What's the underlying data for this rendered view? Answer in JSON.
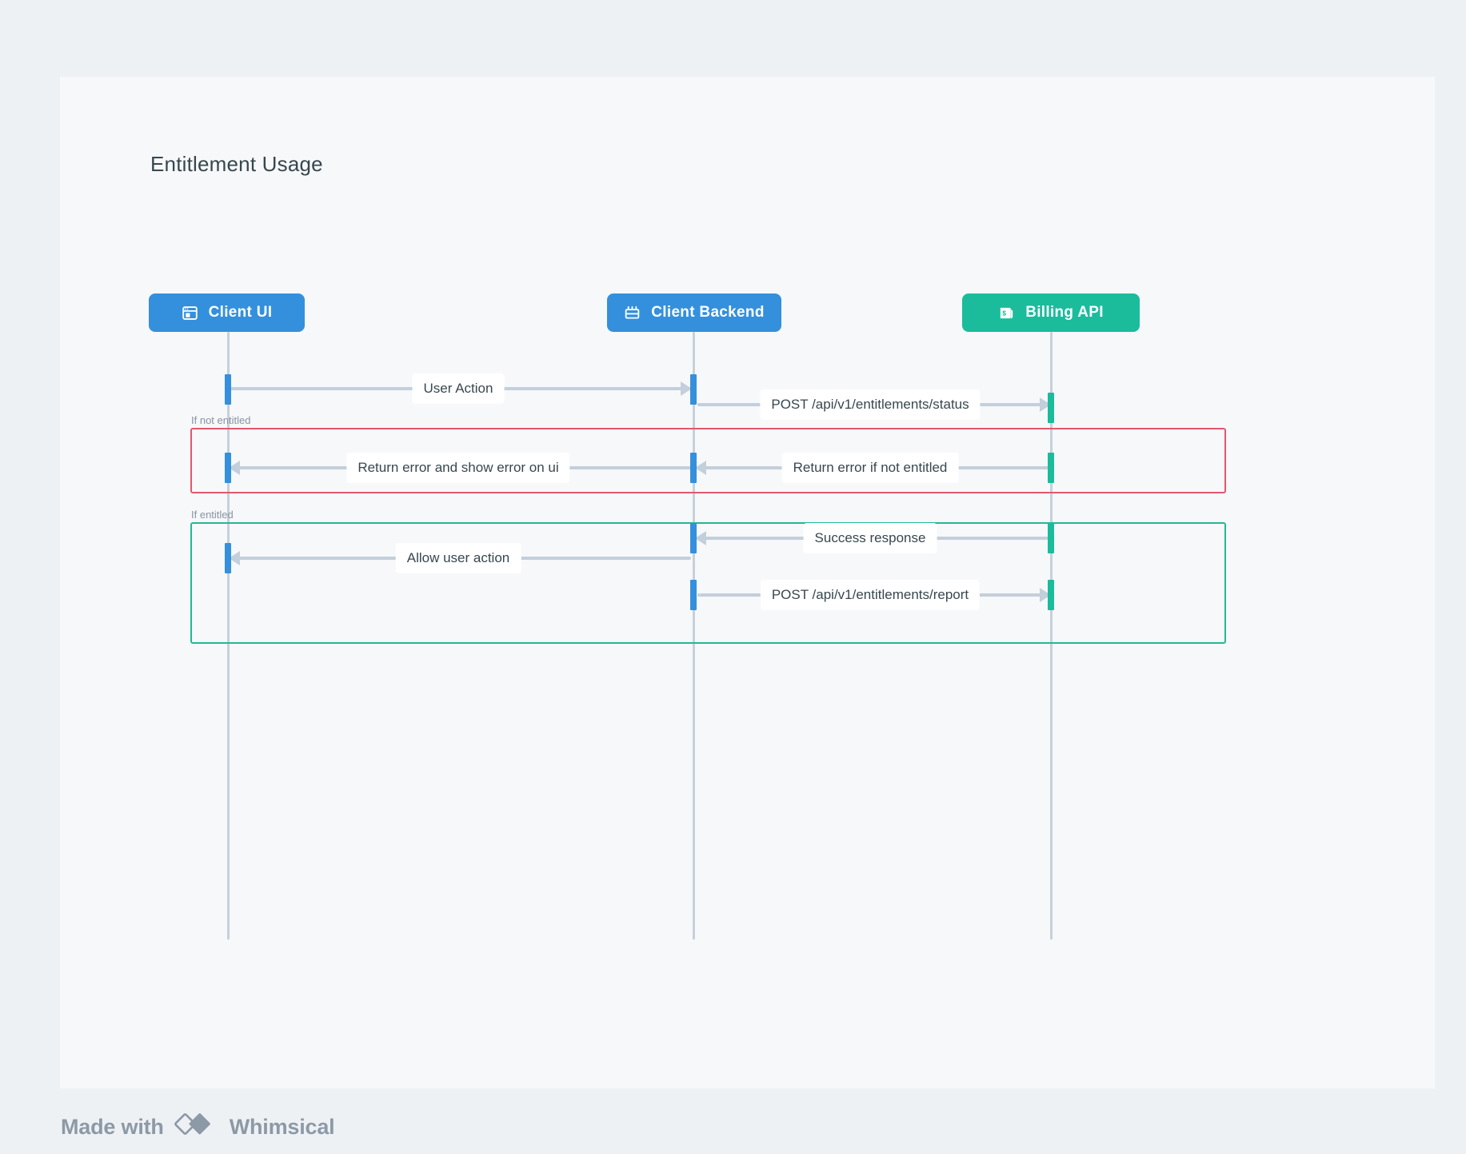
{
  "diagram": {
    "title": "Entitlement Usage",
    "type": "sequence-diagram"
  },
  "colors": {
    "page_background": "#eef1f4",
    "canvas_background": "#f7f8fa",
    "participant_blue": "#3490dc",
    "participant_teal": "#1abc9c",
    "lifeline": "#c7d0da",
    "arrow": "#c3cfda",
    "fragment_error": "#e4566e",
    "fragment_success": "#21b995",
    "text_dark": "#37474f",
    "text_muted": "#8795a3"
  },
  "participants": [
    {
      "id": "client-ui",
      "label": "Client UI",
      "icon": "browser-window-icon",
      "color": "#3490dc"
    },
    {
      "id": "client-backend",
      "label": "Client  Backend",
      "icon": "server-rack-icon",
      "color": "#3490dc"
    },
    {
      "id": "billing-api",
      "label": "Billing API",
      "icon": "money-bill-icon",
      "color": "#1abc9c"
    }
  ],
  "messages": [
    {
      "id": "m1",
      "label": "User Action",
      "from": "client-ui",
      "to": "client-backend",
      "direction": "right",
      "style": "solid"
    },
    {
      "id": "m2",
      "label": "POST /api/v1/entitlements/status",
      "from": "client-backend",
      "to": "billing-api",
      "direction": "right",
      "style": "solid"
    },
    {
      "id": "m3",
      "label": "Return error if not entitled",
      "from": "billing-api",
      "to": "client-backend",
      "direction": "left",
      "style": "solid"
    },
    {
      "id": "m4",
      "label": "Return error and show error on ui",
      "from": "client-backend",
      "to": "client-ui",
      "direction": "left",
      "style": "solid"
    },
    {
      "id": "m5",
      "label": "Success response",
      "from": "billing-api",
      "to": "client-backend",
      "direction": "left",
      "style": "solid"
    },
    {
      "id": "m6",
      "label": "Allow user action",
      "from": "client-backend",
      "to": "client-ui",
      "direction": "left",
      "style": "solid"
    },
    {
      "id": "m7",
      "label": "POST /api/v1/entitlements/report",
      "from": "client-backend",
      "to": "billing-api",
      "direction": "right",
      "style": "dashed"
    }
  ],
  "fragments": [
    {
      "id": "not-entitled",
      "label": "If not entitled",
      "color": "#e4566e"
    },
    {
      "id": "entitled",
      "label": "If entitled",
      "color": "#21b995"
    }
  ],
  "footer": {
    "made_with": "Made with",
    "brand_name": "Whimsical",
    "logo": "whimsical-diamond-logo"
  }
}
